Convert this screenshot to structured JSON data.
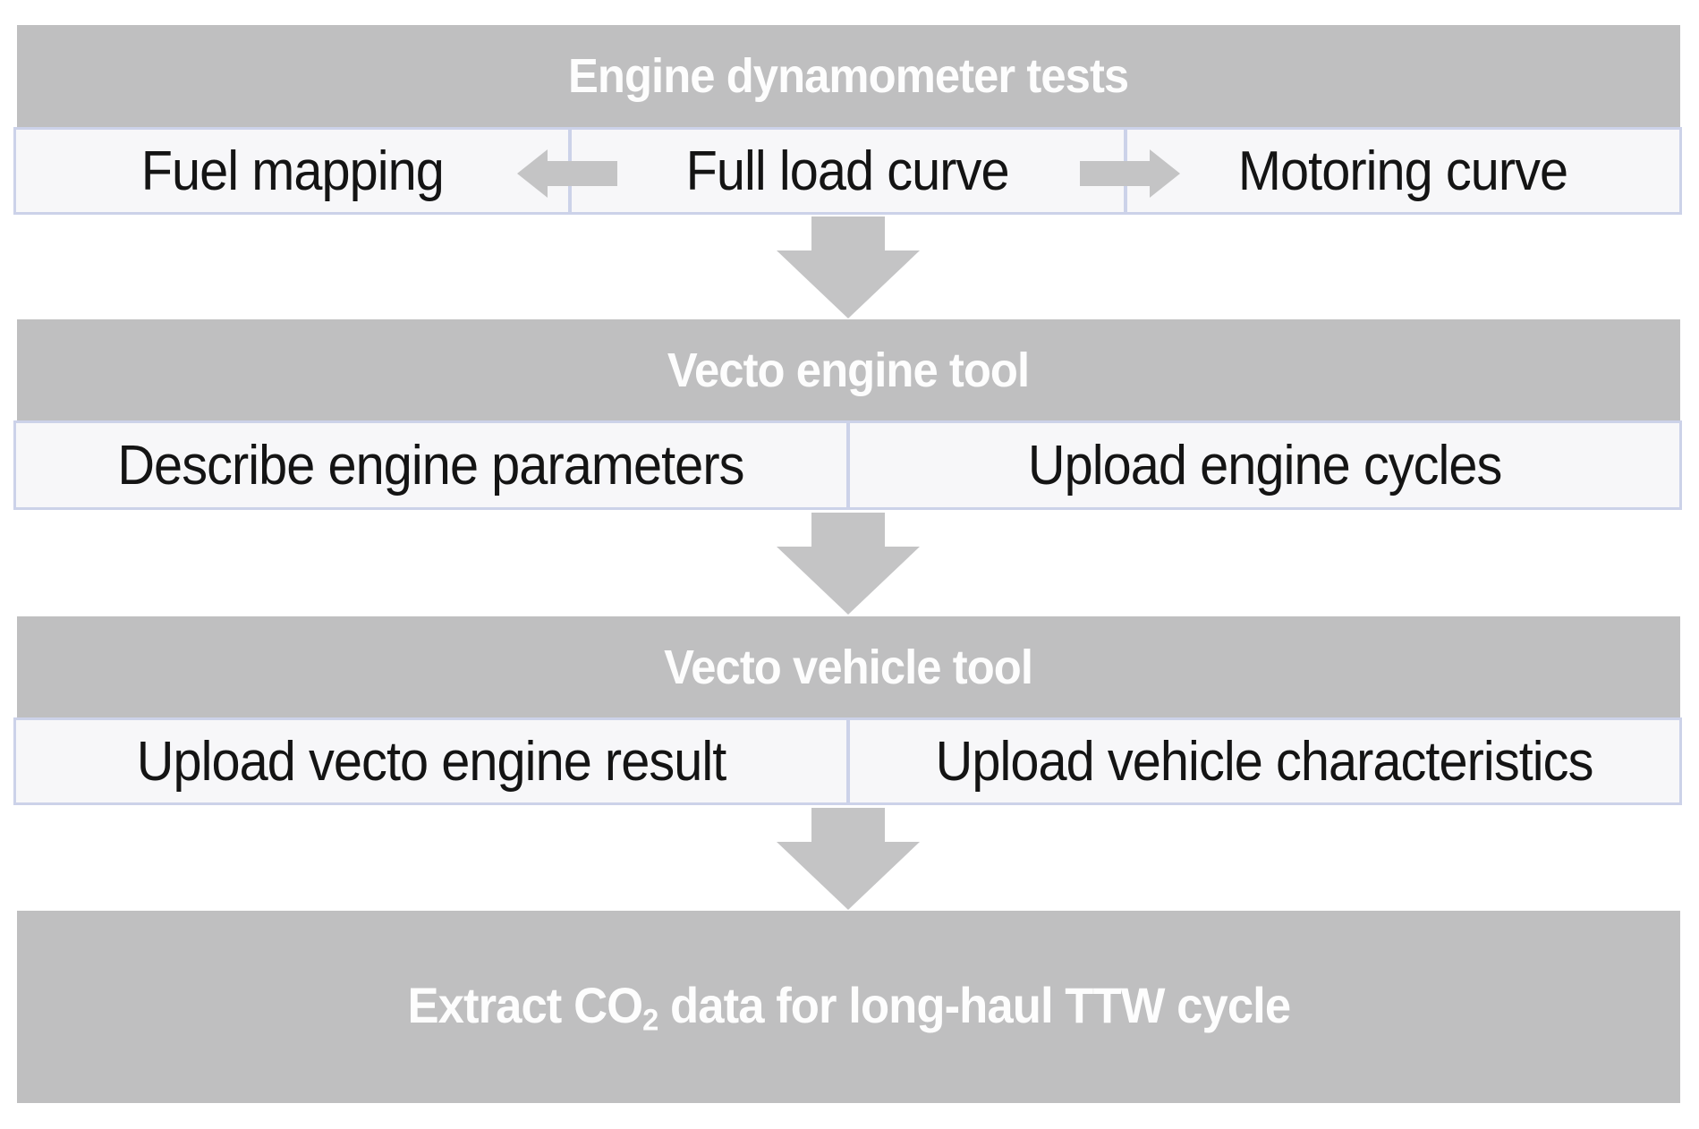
{
  "stages": [
    {
      "title": "Engine dynamometer tests",
      "cells": [
        "Fuel mapping",
        "Full load curve",
        "Motoring curve"
      ]
    },
    {
      "title": "Vecto engine tool",
      "cells": [
        "Describe engine parameters",
        "Upload engine cycles"
      ]
    },
    {
      "title": "Vecto vehicle tool",
      "cells": [
        "Upload vecto engine result",
        "Upload vehicle characteristics"
      ]
    }
  ],
  "final_stage": {
    "title_prefix": "Extract CO",
    "title_subscript": "2",
    "title_suffix": " data for long-haul TTW cycle"
  },
  "icons": {
    "arrow_left": "block-arrow-left",
    "arrow_right": "block-arrow-right",
    "arrow_down": "block-arrow-down"
  },
  "colors": {
    "bar_gray": "#bfbfc0",
    "arrow_gray": "#c4c4c5",
    "row_bg": "#f7f7f9",
    "row_border": "#ccd2e9",
    "header_text": "#fdfdfd",
    "cell_text": "#141414",
    "canvas_bg": "#ffffff"
  }
}
